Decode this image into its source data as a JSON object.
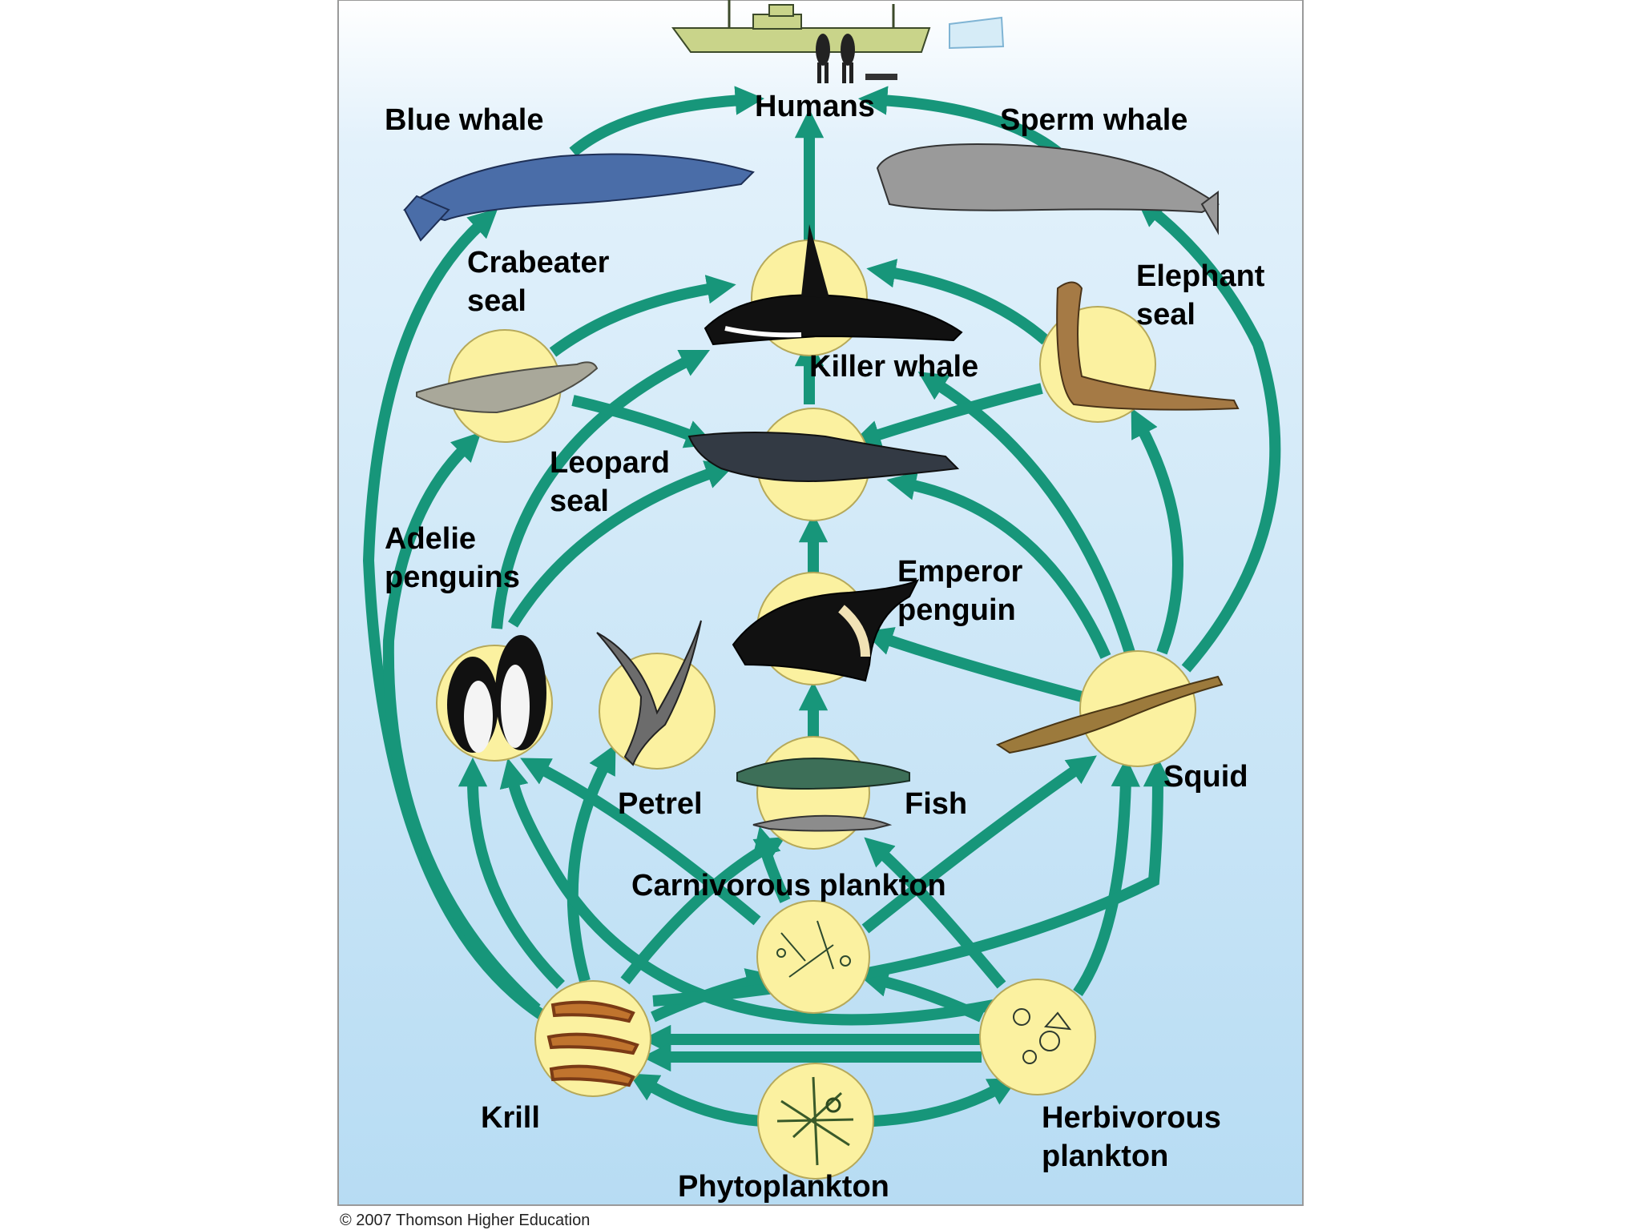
{
  "colors": {
    "sky_top": "#ffffff",
    "ocean_bottom": "#b7dcf3",
    "arrow": "#17967a",
    "node_fill": "#fbf1a0",
    "border": "#9a9a9a"
  },
  "labels": {
    "humans": "Humans",
    "blue_whale": "Blue whale",
    "sperm_whale": "Sperm whale",
    "crabeater_seal_1": "Crabeater",
    "crabeater_seal_2": "seal",
    "elephant_seal_1": "Elephant",
    "elephant_seal_2": "seal",
    "killer_whale": "Killer whale",
    "leopard_seal_1": "Leopard",
    "leopard_seal_2": "seal",
    "adelie_1": "Adelie",
    "adelie_2": "penguins",
    "emperor_1": "Emperor",
    "emperor_2": "penguin",
    "petrel": "Petrel",
    "fish": "Fish",
    "squid": "Squid",
    "carnivorous_plankton": "Carnivorous plankton",
    "krill": "Krill",
    "herbivorous_1": "Herbivorous",
    "herbivorous_2": "plankton",
    "phytoplankton": "Phytoplankton"
  },
  "copyright": "© 2007 Thomson Higher Education"
}
